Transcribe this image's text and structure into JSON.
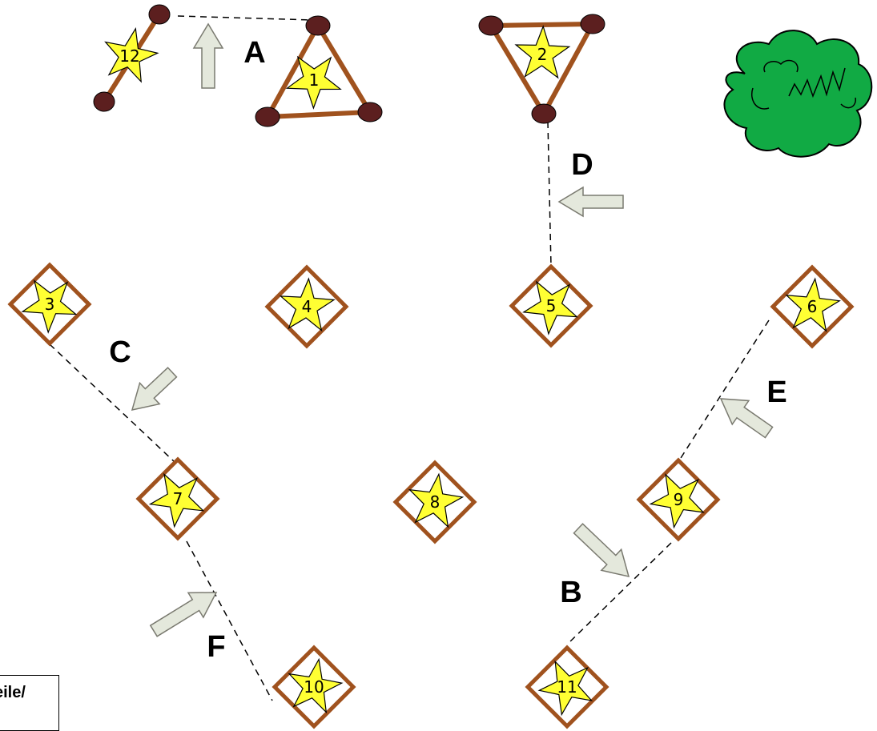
{
  "colors": {
    "frame": "#a0521e",
    "star": "#ffff33",
    "pole": "#5c1f1f",
    "arrow_fill": "#e4e8dc",
    "arrow_stroke": "#7a7a70",
    "bush": "#11aa44"
  },
  "nodes": [
    {
      "id": "1",
      "label": "1",
      "shape": "triangle"
    },
    {
      "id": "2",
      "label": "2",
      "shape": "triangle-down"
    },
    {
      "id": "3",
      "label": "3",
      "shape": "diamond"
    },
    {
      "id": "4",
      "label": "4",
      "shape": "diamond"
    },
    {
      "id": "5",
      "label": "5",
      "shape": "diamond"
    },
    {
      "id": "6",
      "label": "6",
      "shape": "diamond"
    },
    {
      "id": "7",
      "label": "7",
      "shape": "diamond"
    },
    {
      "id": "8",
      "label": "8",
      "shape": "diamond"
    },
    {
      "id": "9",
      "label": "9",
      "shape": "diamond"
    },
    {
      "id": "10",
      "label": "10",
      "shape": "diamond"
    },
    {
      "id": "11",
      "label": "11",
      "shape": "diamond"
    },
    {
      "id": "12",
      "label": "12",
      "shape": "pole-line"
    }
  ],
  "direction_labels": [
    "A",
    "B",
    "C",
    "D",
    "E",
    "F"
  ],
  "edges": [
    {
      "from": "12",
      "to": "1",
      "style": "dashed"
    },
    {
      "from": "2",
      "to": "5",
      "style": "dashed"
    },
    {
      "from": "3",
      "to": "7",
      "style": "dashed"
    },
    {
      "from": "7",
      "to": "10",
      "style": "dashed"
    },
    {
      "from": "6",
      "to": "9",
      "style": "dashed"
    },
    {
      "from": "9",
      "to": "11",
      "style": "dashed"
    }
  ],
  "legend": {
    "text": "eile/"
  }
}
